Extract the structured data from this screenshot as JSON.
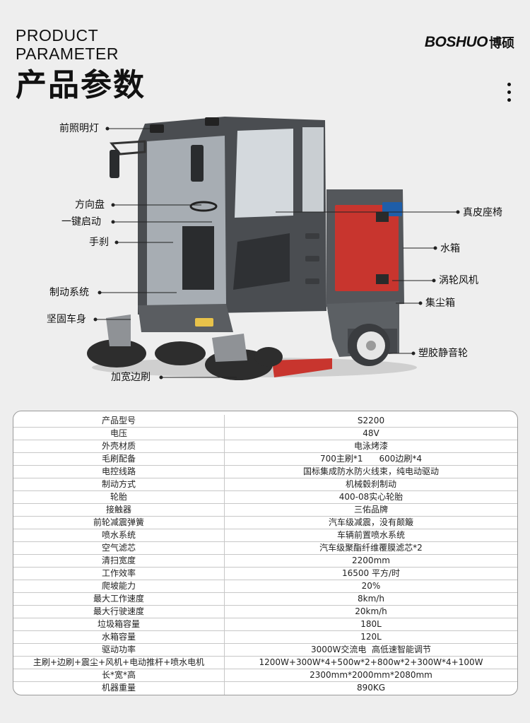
{
  "header": {
    "title_en_line1": "PRODUCT",
    "title_en_line2": "PARAMETER",
    "title_cn": "产品参数",
    "brand_latin": "BOSHUO",
    "brand_cn": "博硕"
  },
  "callouts": {
    "headlight": "前照明灯",
    "steering_wheel": "方向盘",
    "one_key_start": "一键启动",
    "handbrake": "手刹",
    "brake_system": "制动系统",
    "sturdy_body": "坚固车身",
    "wide_side_brush": "加宽边刷",
    "leather_seat": "真皮座椅",
    "water_tank": "水箱",
    "turbo_fan": "涡轮风机",
    "dust_box": "集尘箱",
    "plastic_silent_wheel": "塑胶静音轮"
  },
  "colors": {
    "background": "#eeeeee",
    "body_dark": "#4a4d51",
    "accent_red": "#c8352e",
    "table_border": "#c7c7c7"
  },
  "specs": [
    {
      "name": "产品型号",
      "value": "S2200"
    },
    {
      "name": "电压",
      "value": "48V"
    },
    {
      "name": "外壳材质",
      "value": "电泳烤漆"
    },
    {
      "name": "毛刷配备",
      "value": "700主刷*1      600边刷*4"
    },
    {
      "name": "电控线路",
      "value": "国标集成防水防火线束，纯电动驱动"
    },
    {
      "name": "制动方式",
      "value": "机械毂刹制动"
    },
    {
      "name": "轮胎",
      "value": "400-08实心轮胎"
    },
    {
      "name": "接触器",
      "value": "三佑品牌"
    },
    {
      "name": "前轮减震弹簧",
      "value": "汽车级减震，没有颠簸"
    },
    {
      "name": "喷水系统",
      "value": "车辆前置喷水系统"
    },
    {
      "name": "空气滤芯",
      "value": "汽车级聚酯纤维覆膜滤芯*2"
    },
    {
      "name": "清扫宽度",
      "value": "2200mm"
    },
    {
      "name": "工作效率",
      "value": "16500 平方/时"
    },
    {
      "name": "爬坡能力",
      "value": "20%"
    },
    {
      "name": "最大工作速度",
      "value": "8km/h"
    },
    {
      "name": "最大行驶速度",
      "value": "20km/h"
    },
    {
      "name": "垃圾箱容量",
      "value": "180L"
    },
    {
      "name": "水箱容量",
      "value": "120L"
    },
    {
      "name": "驱动功率",
      "value": "3000W交流电  高低速智能调节"
    },
    {
      "name": "主刷+边刷+震尘+风机+电动推杆+喷水电机",
      "value": "1200W+300W*4+500w*2+800w*2+300W*4+100W"
    },
    {
      "name": "长*宽*高",
      "value": "2300mm*2000mm*2080mm"
    },
    {
      "name": "机器重量",
      "value": "890KG"
    }
  ]
}
